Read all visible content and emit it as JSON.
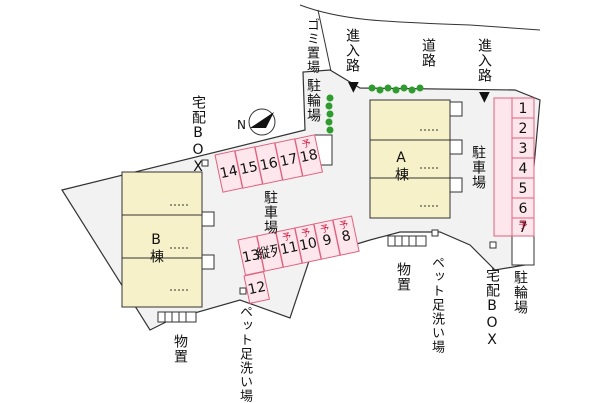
{
  "colors": {
    "lot_fill": "#f2f2f2",
    "building_fill": "#f7f1c9",
    "parking_fill": "#fde7ec",
    "parking_stroke": "#e0607e",
    "reserved_text": "#d0103a",
    "hedge": "#2e9b2e",
    "line": "#333333"
  },
  "labels": {
    "road": "道路",
    "entrance_left": "進入路",
    "entrance_right": "進入路",
    "garbage": "ゴミ置場",
    "bicycle_top": "駐輪場",
    "bicycle_right": "駐輪場",
    "delivery_box_left": "宅配BOX",
    "delivery_box_right": "宅配BOX",
    "parking_center": "駐車場",
    "parking_right": "駐車場",
    "building_a": "A棟",
    "building_b": "B棟",
    "storage_left": "物置",
    "storage_right": "物置",
    "pet_wash_left": "ペット足洗い場",
    "pet_wash_right": "ペット足洗い場",
    "north": "N"
  },
  "parking": {
    "top_row": [
      {
        "num": "14",
        "reserved": false
      },
      {
        "num": "15",
        "reserved": false
      },
      {
        "num": "16",
        "reserved": false
      },
      {
        "num": "17",
        "reserved": false
      },
      {
        "num": "18",
        "reserved": true
      }
    ],
    "middle_row": [
      {
        "num": "13",
        "reserved": false
      },
      {
        "num": "縦列",
        "reserved": false
      },
      {
        "num": "11",
        "reserved": true
      },
      {
        "num": "10",
        "reserved": true
      },
      {
        "num": "9",
        "reserved": true
      },
      {
        "num": "8",
        "reserved": true
      }
    ],
    "middle_extra": {
      "num": "12",
      "reserved": false
    },
    "right_top": [
      {
        "num": "1",
        "reserved": false
      },
      {
        "num": "2",
        "reserved": false
      },
      {
        "num": "3",
        "reserved": false
      },
      {
        "num": "4",
        "reserved": false
      },
      {
        "num": "5",
        "reserved": false
      },
      {
        "num": "6",
        "reserved": false
      }
    ],
    "right_bottom": [
      {
        "num": "7",
        "reserved": true
      }
    ],
    "reserved_mark": "予"
  }
}
